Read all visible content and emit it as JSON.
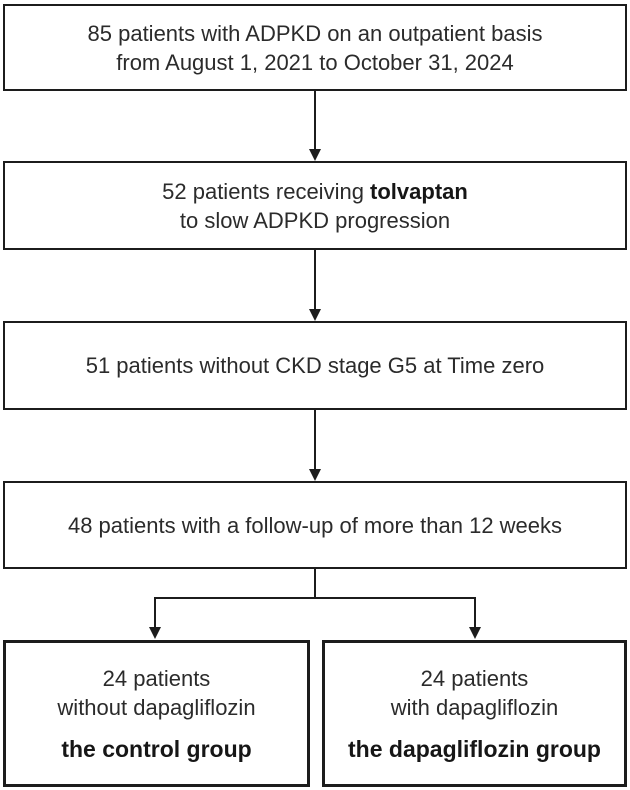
{
  "figure": {
    "type": "patient-flow-diagram",
    "background_color": "#ffffff",
    "line_color": "#1c1c1c",
    "text_color": "#2b2b2b",
    "bold_text_color": "#161616"
  },
  "boxes": {
    "enrollment": {
      "line1": "85 patients with ADPKD on an outpatient basis",
      "line2": "from August 1, 2021 to October 31, 2024"
    },
    "tolvaptan": {
      "line1_prefix": "52 patients receiving ",
      "line1_bold": "tolvaptan",
      "line2": "to slow ADPKD progression"
    },
    "ckd_filter": {
      "line1": "51 patients without CKD stage G5 at Time zero"
    },
    "followup_filter": {
      "line1": "48 patients with a follow-up of more than 12 weeks"
    },
    "control_group": {
      "line1": "24 patients",
      "line2": "without dapagliflozin",
      "group_label": "the control group"
    },
    "dapagliflozin_group": {
      "line1": "24 patients",
      "line2": "with dapagliflozin",
      "group_label": "the dapagliflozin group"
    }
  },
  "counts": {
    "enrolled": 85,
    "receiving_tolvaptan": 52,
    "without_ckd_g5": 51,
    "with_followup": 48,
    "control": 24,
    "dapagliflozin": 24
  }
}
